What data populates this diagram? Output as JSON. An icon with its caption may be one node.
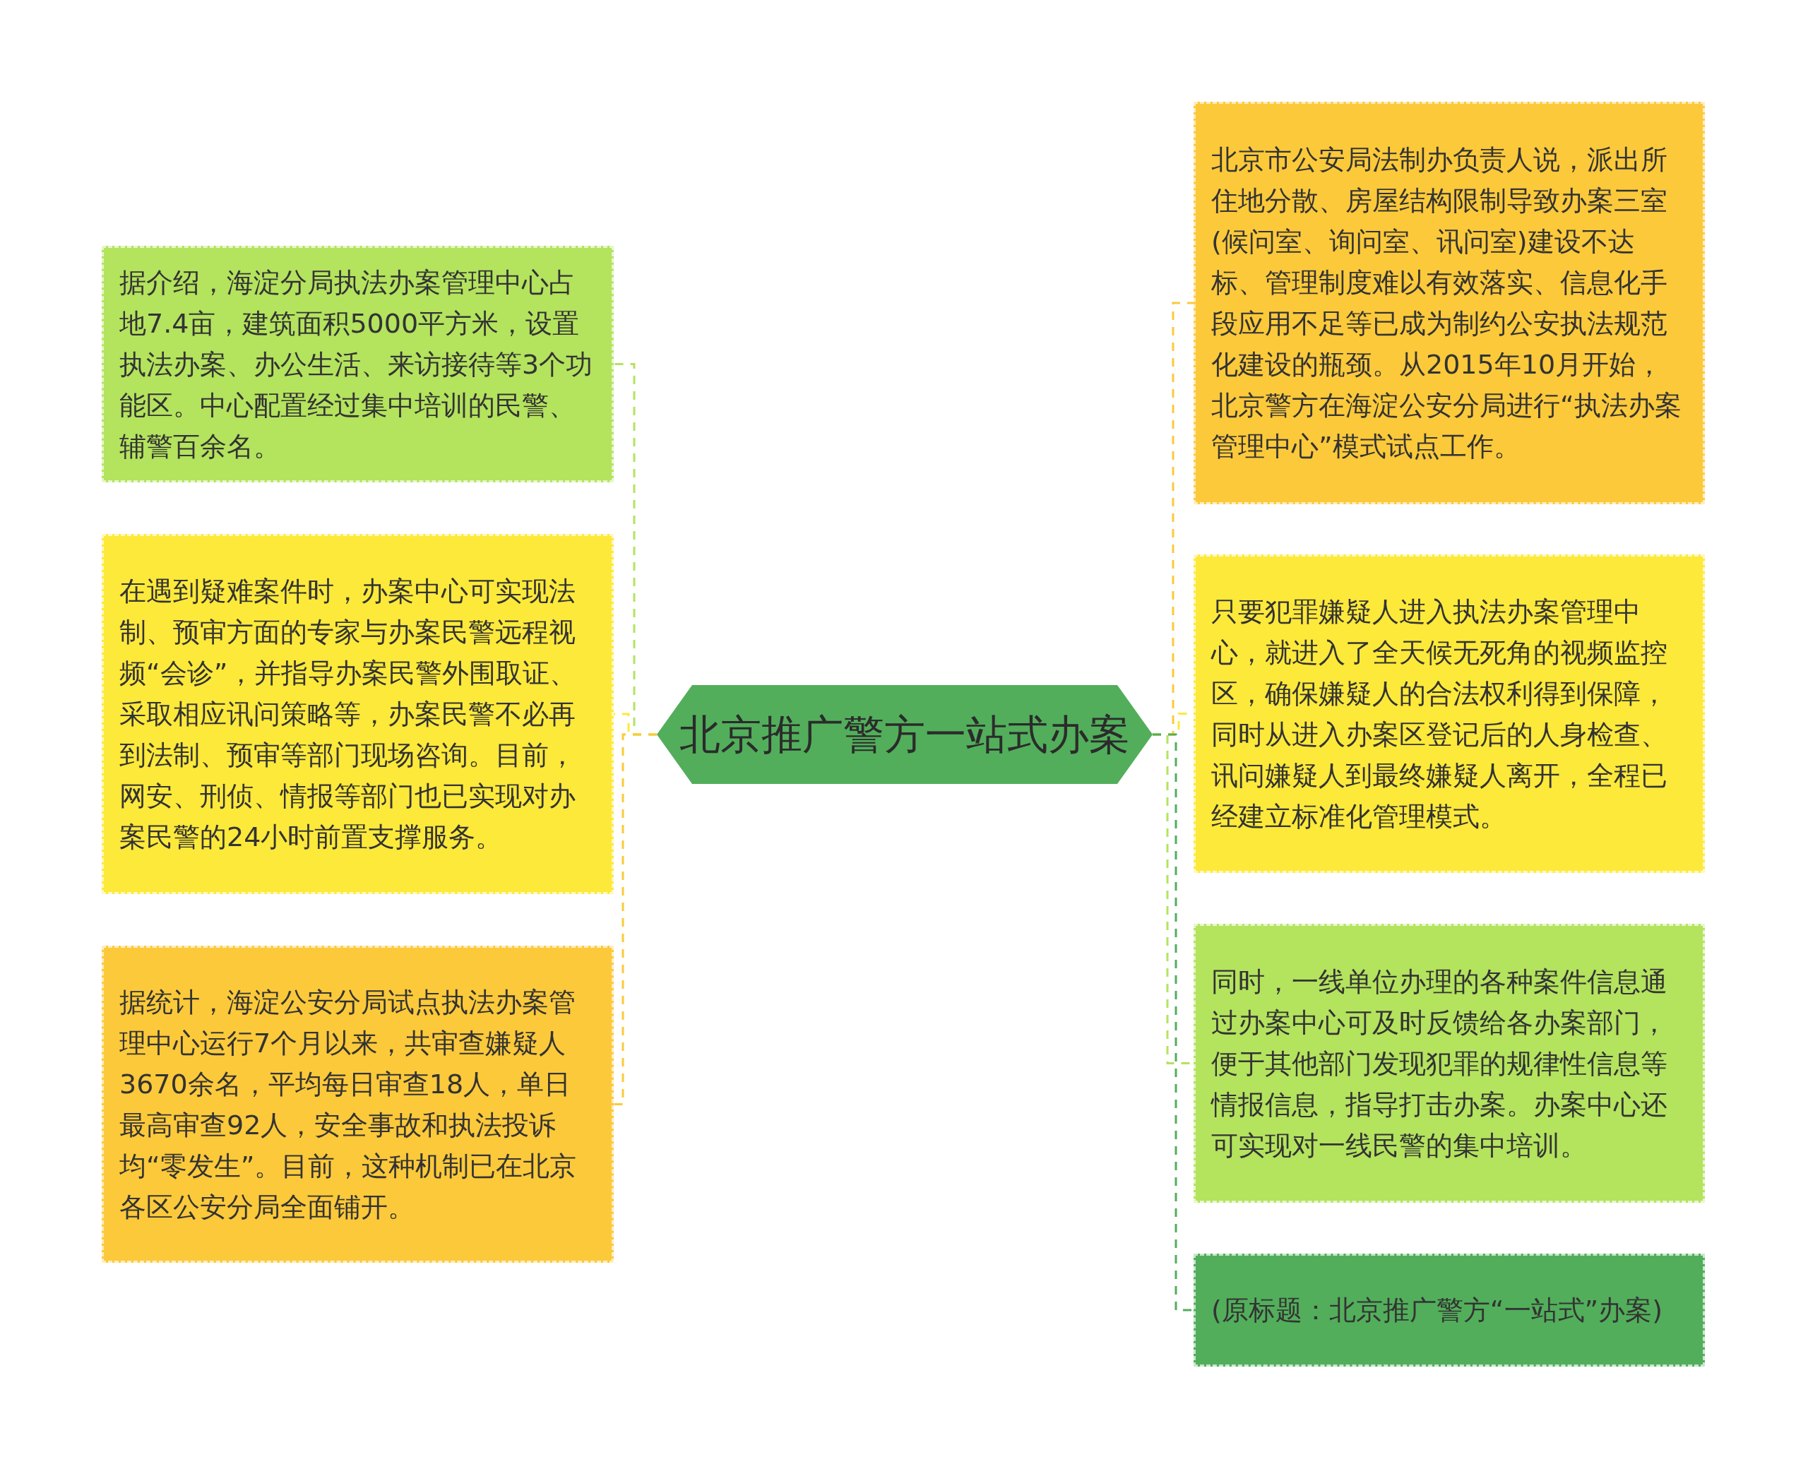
{
  "diagram": {
    "nodes": [
      {
        "text": [
          "北京推广警方一站式办案"
        ]
      },
      {
        "text": [
          "据介绍，海淀分局执法办案管理中心占地7.4亩，建筑面积5000平方米，设置执法办案、办公生活、来访接待等3个功能区。中心配置经过集中培训的民警、辅警百余名。"
        ]
      },
      {
        "text": [
          "在遇到疑难案件时，办案中心可实现法制、预审方面的专家与办案民警远程视频“会诊”，并指导办案民警外围取证、采取相应讯问策略等，办案民警不必再到法制、预审等部门现场咨询。目前，网安、刑侦、情报等部门也已实现对办案民警的24小时前置支撑服务。"
        ]
      },
      {
        "text": [
          "据统计，海淀公安分局试点执法办案管理中心运行7个月以来，共审查嫌疑人3670余名，平均每日审查18人，单日最高审查92人，安全事故和执法投诉均“零发生”。目前，这种机制已在北京各区公安分局全面铺开。"
        ]
      },
      {
        "text": [
          "北京市公安局法制办负责人说，派出所住地分散、房屋结构限制导致办案三室(候问室、询问室、讯问室)建设不达标、管理制度难以有效落实、信息化手段应用不足等已成为制约公安执法规范化建设的瓶颈。从2015年10月开始，北京警方在海淀公安分局进行“执法办案管理中心”模式试点工作。"
        ]
      },
      {
        "text": [
          "只要犯罪嫌疑人进入执法办案管理中心，就进入了全天候无死角的视频监控区，确保嫌疑人的合法权利得到保障，同时从进入办案区登记后的人身检查、讯问嫌疑人到最终嫌疑人离开，全程已经建立标准化管理模式。"
        ]
      },
      {
        "text": [
          "同时，一线单位办理的各种案件信息通过办案中心可及时反馈给各办案部门，便于其他部门发现犯罪的规律性信息等情报信息，指导打击办案。办案中心还可实现对一线民警的集中培训。"
        ]
      },
      {
        "text": [
          "(原标题：北京推广警方“一站式”办案)"
        ]
      }
    ],
    "edges": [
      {
        "from": 0,
        "to": 1,
        "arrow": "none",
        "style": "dashed",
        "color": "#b4e35e"
      },
      {
        "from": 0,
        "to": 2,
        "arrow": "none",
        "style": "dashed",
        "color": "#fde93a"
      },
      {
        "from": 0,
        "to": 3,
        "arrow": "none",
        "style": "dashed",
        "color": "#fcc93a"
      },
      {
        "from": 0,
        "to": 4,
        "arrow": "none",
        "style": "dashed",
        "color": "#fcc93a"
      },
      {
        "from": 0,
        "to": 5,
        "arrow": "none",
        "style": "dashed",
        "color": "#fde93a"
      },
      {
        "from": 0,
        "to": 6,
        "arrow": "none",
        "style": "dashed",
        "color": "#b4e35e"
      },
      {
        "from": 0,
        "to": 7,
        "arrow": "none",
        "style": "dashed",
        "color": "#52ae5b"
      }
    ]
  }
}
